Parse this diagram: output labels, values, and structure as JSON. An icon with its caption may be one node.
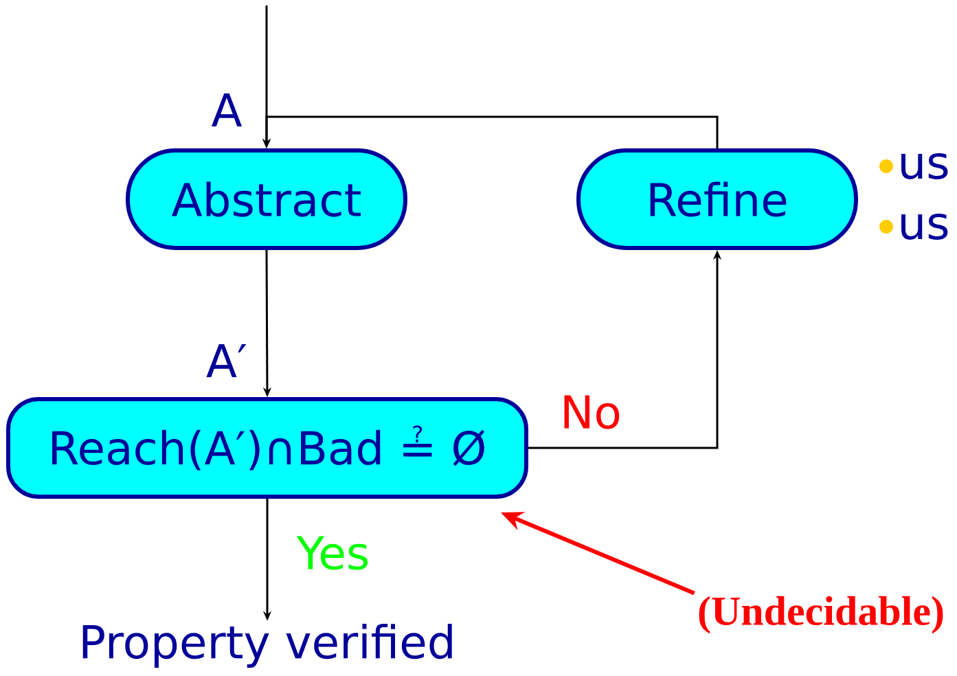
{
  "diagram": {
    "nodes": [
      {
        "text": [
          "Abstract"
        ]
      },
      {
        "text": [
          "Refine"
        ]
      },
      {
        "text": [
          "Reach(A′)∩Bad ≟ Ø"
        ]
      },
      {
        "text": [
          "Property verified"
        ]
      },
      {
        "text": [
          "(Undecidable)"
        ]
      }
    ],
    "edges": [
      {
        "from": null,
        "to": 0,
        "arrow": "to",
        "label": "A"
      },
      {
        "from": 1,
        "to": 0,
        "arrow": "to"
      },
      {
        "from": 0,
        "to": 2,
        "arrow": "to",
        "label": "A′"
      },
      {
        "from": 2,
        "to": 1,
        "arrow": "to",
        "label": "No"
      },
      {
        "from": 2,
        "to": 3,
        "arrow": "to",
        "label": "Yes"
      },
      {
        "from": 4,
        "to": 2,
        "arrow": "to",
        "style": "thick",
        "color": "#ff0000"
      }
    ],
    "labels": [
      "us",
      "us"
    ]
  }
}
